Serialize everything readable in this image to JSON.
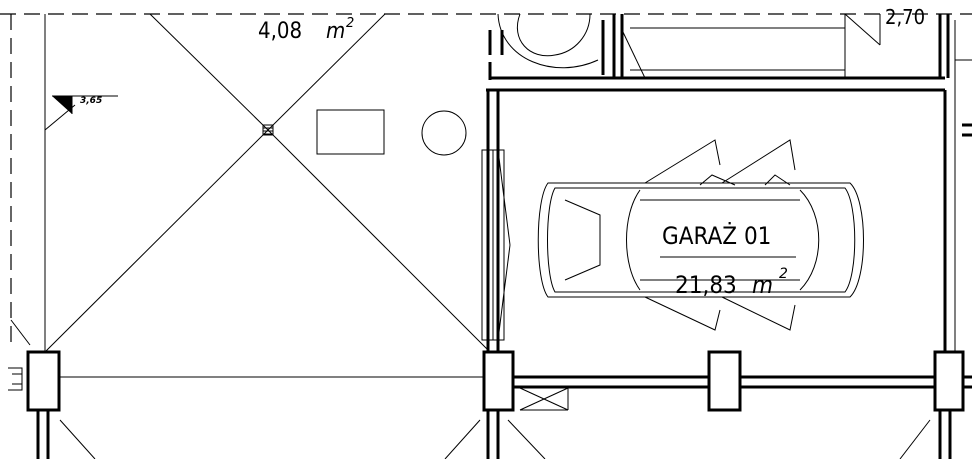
{
  "room_top_left": {
    "area": "4,08",
    "unit": "m",
    "unit_exp": "2"
  },
  "room_top_right": {
    "area_partial": "2,70"
  },
  "level_marker": {
    "value": "3,65"
  },
  "garage": {
    "name": "GARAŻ 01",
    "area": "21,83",
    "unit": "m",
    "unit_exp": "2"
  }
}
